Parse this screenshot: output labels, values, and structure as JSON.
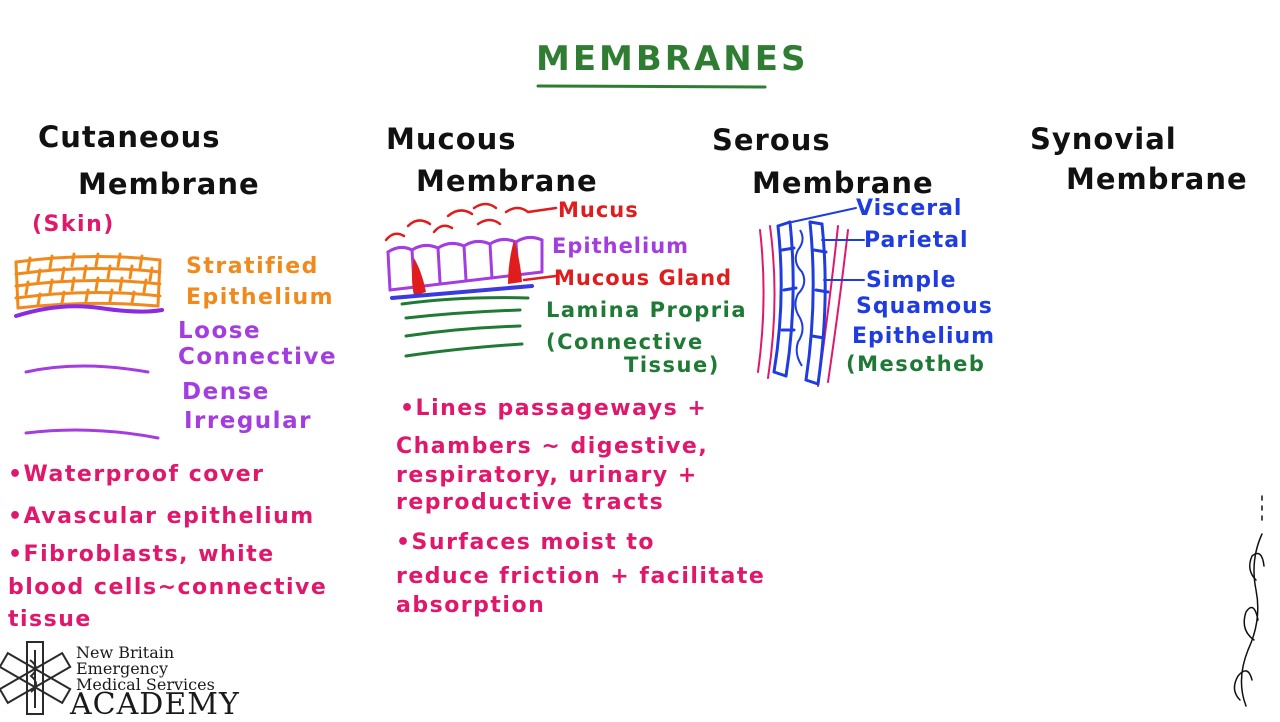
{
  "title": "Membranes",
  "columns": {
    "cutaneous": {
      "heading_line1": "Cutaneous",
      "heading_line2": "Membrane",
      "subtitle": "(Skin)",
      "labels": {
        "stratified": "Stratified",
        "epithelium": "Epithelium",
        "loose": "Loose",
        "connective": "Connective",
        "dense": "Dense",
        "irregular": "Irregular"
      },
      "notes": [
        "•Waterproof cover",
        "•Avascular epithelium",
        "•Fibroblasts, white",
        "blood cells~connective",
        "tissue"
      ]
    },
    "mucous": {
      "heading_line1": "Mucous",
      "heading_line2": "Membrane",
      "labels": {
        "mucus": "Mucus",
        "epithelium": "Epithelium",
        "mucous_gland": "Mucous Gland",
        "lamina_propria": "Lamina Propria",
        "connective": "(Connective",
        "tissue": "Tissue)"
      },
      "notes": [
        "•Lines passageways +",
        "Chambers ~ digestive,",
        "respiratory, urinary +",
        "reproductive tracts",
        "•Surfaces moist to",
        "reduce friction + facilitate",
        "absorption"
      ]
    },
    "serous": {
      "heading_line1": "Serous",
      "heading_line2": "Membrane",
      "labels": {
        "visceral": "Visceral",
        "parietal": "Parietal",
        "simple": "Simple",
        "squamous": "Squamous",
        "epithelium": "Epithelium",
        "mesothelium": "(Mesotheb"
      }
    },
    "synovial": {
      "heading_line1": "Synovial",
      "heading_line2": "Membrane"
    }
  },
  "logo": {
    "line1": "New Britain",
    "line2": "Emergency",
    "line3": "Medical Services",
    "line4": "Academy"
  },
  "colors": {
    "title": "#2e7d32",
    "heading": "#111111",
    "notes": "#e0186c",
    "epithelium": "#f08a1c",
    "connective": "#a43de0",
    "gland": "#e01c1c",
    "lamina": "#1f7a35",
    "serous": "#1f3ce0"
  }
}
